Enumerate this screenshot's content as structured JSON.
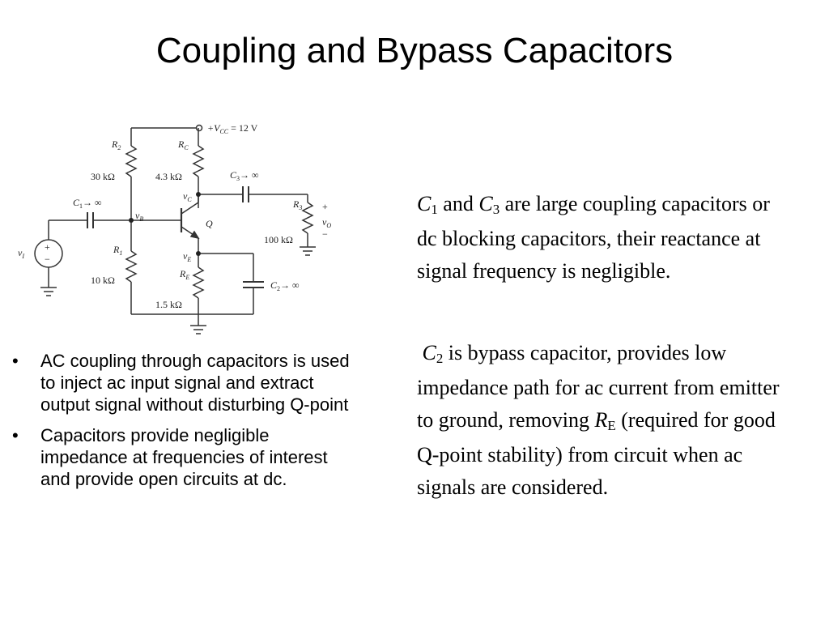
{
  "title": "Coupling and Bypass Capacitors",
  "circuit": {
    "vcc": "+V",
    "vcc_sub": "CC",
    "vcc_value": " = 12 V",
    "r2": "R",
    "r2_sub": "2",
    "r2_val": "30 kΩ",
    "rc": "R",
    "rc_sub": "C",
    "rc_val": "4.3 kΩ",
    "r1": "R",
    "r1_sub": "1",
    "r1_val": "10 kΩ",
    "re": "R",
    "re_sub": "E",
    "re_val": "1.5 kΩ",
    "r3": "R",
    "r3_sub": "3",
    "r3_val": "100 kΩ",
    "c1": "C",
    "c1_sub": "1",
    "c1_arrow": "→ ∞",
    "c2": "C",
    "c2_sub": "2",
    "c2_arrow": "→ ∞",
    "c3": "C",
    "c3_sub": "3",
    "c3_arrow": "→ ∞",
    "vb": "v",
    "vb_sub": "B",
    "vc": "v",
    "vc_sub": "C",
    "ve": "v",
    "ve_sub": "E",
    "vi": "v",
    "vi_sub": "I",
    "vo": "v",
    "vo_sub": "O",
    "q": "Q",
    "plus": "+",
    "minus": "−"
  },
  "bullets": [
    "AC coupling through capacitors is used to inject ac input signal and extract output signal without disturbing Q-point",
    "Capacitors provide negligible impedance at frequencies of interest and provide open circuits at dc."
  ],
  "bullet_marker": "•",
  "para1": {
    "c1": "C",
    "c1_sub": "1",
    "and": " and ",
    "c3": "C",
    "c3_sub": "3",
    "rest": " are  large coupling capacitors or dc blocking capacitors, their reactance at signal frequency is negligible."
  },
  "para2": {
    "c2": "C",
    "c2_sub": "2",
    "text1": " is bypass capacitor, provides low impedance path for ac current from emitter to ground, removing ",
    "re": "R",
    "re_sub": "E",
    "text2": "  (required for good Q-point stability) from circuit when ac signals are considered."
  }
}
